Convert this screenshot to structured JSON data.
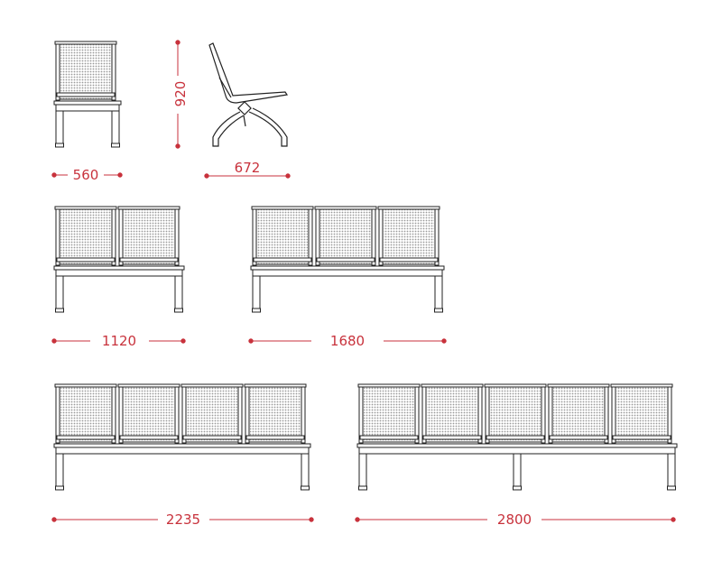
{
  "colors": {
    "dimension": "#c8323c",
    "line": "#222222",
    "perforation": "#9a9a9a"
  },
  "drawings": [
    {
      "name": "single-seat-front",
      "seats": 1,
      "dimension": "560"
    },
    {
      "name": "single-seat-side",
      "height_dimension": "920",
      "depth_dimension": "672"
    },
    {
      "name": "two-seat-bench",
      "seats": 2,
      "dimension": "1120"
    },
    {
      "name": "three-seat-bench",
      "seats": 3,
      "dimension": "1680"
    },
    {
      "name": "four-seat-bench",
      "seats": 4,
      "dimension": "2235"
    },
    {
      "name": "five-seat-bench",
      "seats": 5,
      "dimension": "2800"
    }
  ]
}
